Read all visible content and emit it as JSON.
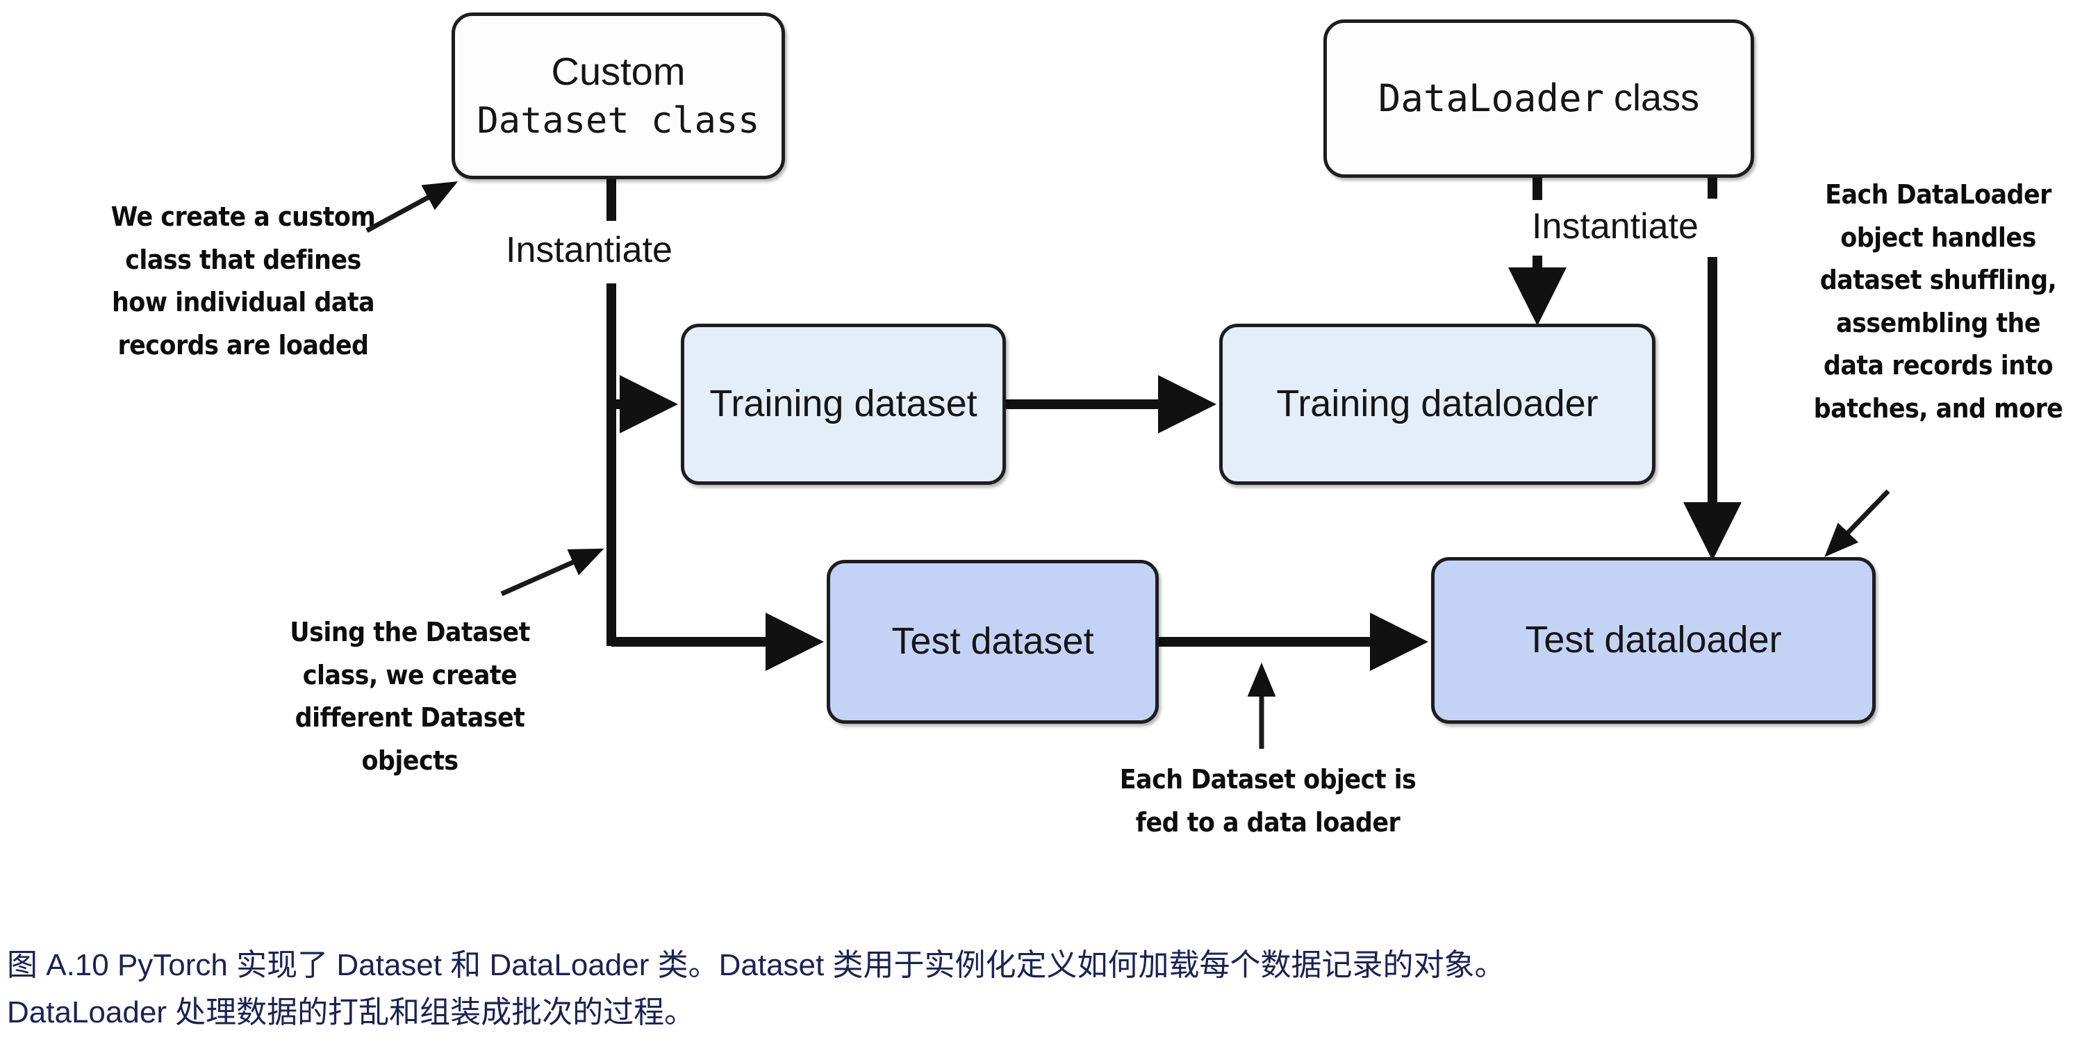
{
  "diagram": {
    "title": "PyTorch Dataset and DataLoader overview",
    "colors": {
      "box_border": "#1d1d1f",
      "box_plain_fill": "#fdfdfd",
      "box_light_fill": "#e3eef9",
      "box_mid_fill": "#c4d2f6",
      "arrow": "#111111",
      "caption_text": "#1c2253",
      "annotation_text": "#0d0d0d"
    },
    "nodes": {
      "custom_dataset_class": {
        "line1": "Custom",
        "line2": "Dataset class"
      },
      "dataloader_class": {
        "mono_part": "DataLoader",
        "sans_part": "class"
      },
      "training_dataset": {
        "label": "Training dataset"
      },
      "training_dataloader": {
        "label": "Training dataloader"
      },
      "test_dataset": {
        "label": "Test dataset"
      },
      "test_dataloader": {
        "label": "Test dataloader"
      }
    },
    "edge_labels": {
      "instantiate_left": "Instantiate",
      "instantiate_right": "Instantiate"
    },
    "annotations": {
      "create_custom_class": "We create a custom class that defines how individual data records are loaded",
      "using_dataset_class": "Using the Dataset class, we create different Dataset objects",
      "each_dataset_object": "Each Dataset object is fed to a data loader",
      "each_dataloader_object": "Each DataLoader object handles dataset shuffling, assembling the data records into batches, and more"
    }
  },
  "caption": {
    "line1": "图 A.10 PyTorch 实现了 Dataset 和 DataLoader 类。Dataset 类用于实例化定义如何加载每个数据记录的对象。",
    "line2": "DataLoader 处理数据的打乱和组装成批次的过程。"
  }
}
